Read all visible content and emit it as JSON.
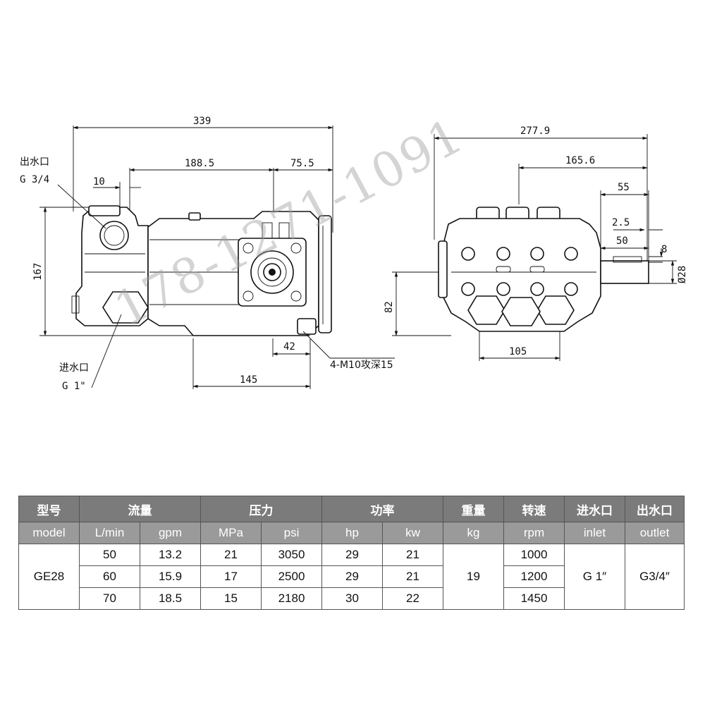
{
  "drawing": {
    "front_view": {
      "outlet_label": "出水口",
      "outlet_thread": "G 3/4",
      "inlet_label": "进水口",
      "inlet_thread": "G 1\"",
      "dim_overall_length": "339",
      "dim_body_length": "188.5",
      "dim_flange": "75.5",
      "dim_offset": "10",
      "dim_height": "167",
      "dim_mount": "42",
      "dim_base": "145",
      "bolt_note": "4-M10攻深15"
    },
    "side_view": {
      "dim_overall_width": "277.9",
      "dim_shaft_center": "165.6",
      "dim_shaft_len": "55",
      "dim_key_offset": "2.5",
      "dim_shaft_ext": "50",
      "dim_key_width": "8",
      "dim_shaft_dia": "Ø28",
      "dim_shaft_height": "82",
      "dim_port_spacing": "105"
    },
    "watermark": "178-1271-1091"
  },
  "table": {
    "group_headers": [
      "型号",
      "流量",
      "压力",
      "功率",
      "重量",
      "转速",
      "进水口",
      "出水口"
    ],
    "unit_headers": [
      "model",
      "L/min",
      "gpm",
      "MPa",
      "psi",
      "hp",
      "kw",
      "kg",
      "rpm",
      "inlet",
      "outlet"
    ],
    "model": "GE28",
    "weight": "19",
    "inlet": "G 1″",
    "outlet": "G3/4″",
    "rows": [
      {
        "lmin": "50",
        "gpm": "13.2",
        "mpa": "21",
        "psi": "3050",
        "hp": "29",
        "kw": "21",
        "rpm": "1000"
      },
      {
        "lmin": "60",
        "gpm": "15.9",
        "mpa": "17",
        "psi": "2500",
        "hp": "29",
        "kw": "21",
        "rpm": "1200"
      },
      {
        "lmin": "70",
        "gpm": "18.5",
        "mpa": "15",
        "psi": "2180",
        "hp": "30",
        "kw": "22",
        "rpm": "1450"
      }
    ]
  }
}
